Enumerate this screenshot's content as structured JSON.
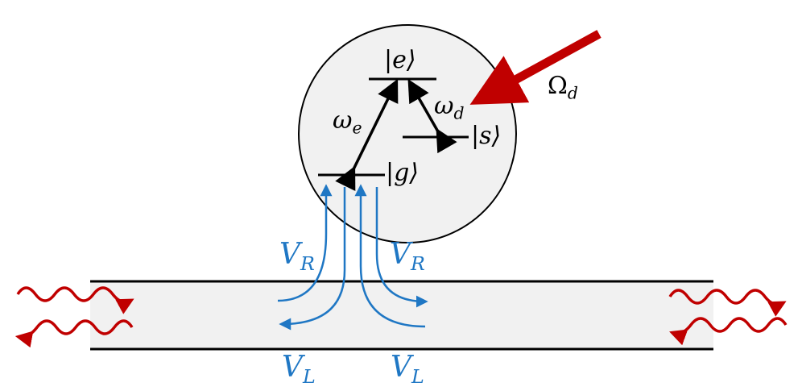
{
  "colors": {
    "atom_fill": "#f1f1f1",
    "waveguide_fill": "#f1f1f1",
    "line": "#000000",
    "coupling_blue": "#1f77c4",
    "drive_red": "#c00000"
  },
  "levels": {
    "excited": "|e⟩",
    "ground": "|g⟩",
    "storage": "|s⟩"
  },
  "transitions": {
    "omega_e_symbol": "ω",
    "omega_e_sub": "e",
    "omega_d_symbol": "ω",
    "omega_d_sub": "d"
  },
  "drive": {
    "symbol": "Ω",
    "sub": "d"
  },
  "couplings": {
    "right_upper": {
      "symbol": "V",
      "sub": "R"
    },
    "right_upper_2": {
      "symbol": "V",
      "sub": "R"
    },
    "left_lower": {
      "symbol": "V",
      "sub": "L"
    },
    "left_lower_2": {
      "symbol": "V",
      "sub": "L"
    }
  }
}
